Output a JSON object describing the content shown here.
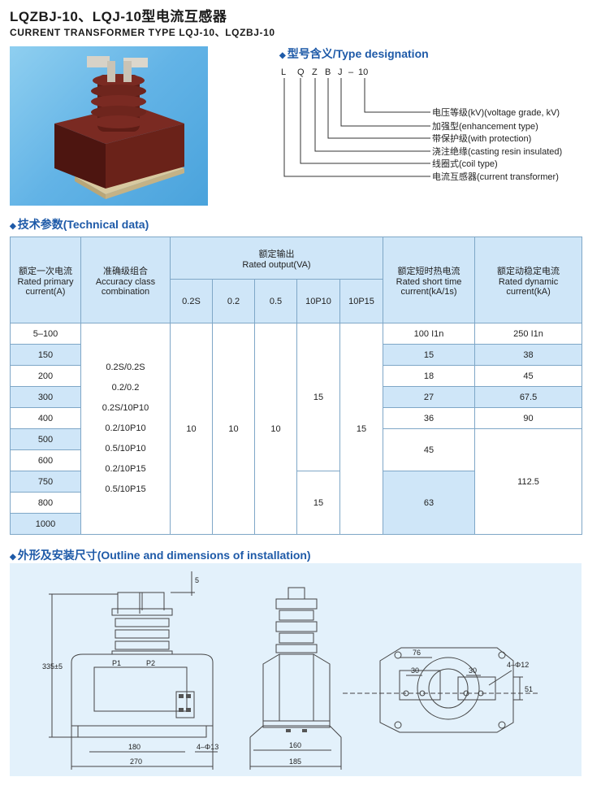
{
  "header": {
    "title": "LQZBJ-10、LQJ-10型电流互感器",
    "subtitle": "CURRENT TRANSFORMER TYPE LQJ-10、LQZBJ-10"
  },
  "designation": {
    "heading": "型号含义/Type designation",
    "code_letters": [
      "L",
      "Q",
      "Z",
      "B",
      "J",
      "–",
      "10"
    ],
    "items": [
      "电压等级(kV)(voltage grade, kV)",
      "加强型(enhancement type)",
      "带保护级(with protection)",
      "浇注绝缘(casting resin insulated)",
      "线圈式(coil type)",
      "电流互感器(current transformer)"
    ]
  },
  "tech": {
    "heading": "技术参数(Technical data)",
    "headers": {
      "primary": [
        "额定一次电流",
        "Rated primary",
        "current(A)"
      ],
      "accuracy": [
        "准确级组合",
        "Accuracy class",
        "combination"
      ],
      "output": [
        "额定输出",
        "Rated output(VA)"
      ],
      "output_cols": [
        "0.2S",
        "0.2",
        "0.5",
        "10P10",
        "10P15"
      ],
      "thermal": [
        "额定短时热电流",
        "Rated short time",
        "current(kA/1s)"
      ],
      "dynamic": [
        "额定动稳定电流",
        "Rated dynamic",
        "current(kA)"
      ]
    },
    "primary_currents": [
      "5–100",
      "150",
      "200",
      "300",
      "400",
      "500",
      "600",
      "750",
      "800",
      "1000"
    ],
    "accuracy_list": [
      "0.2S/0.2S",
      "0.2/0.2",
      "0.2S/10P10",
      "0.2/10P10",
      "0.5/10P10",
      "0.2/10P15",
      "0.5/10P15"
    ],
    "output_values": {
      "v02s": "10",
      "v02": "10",
      "v05": "10",
      "v10p10_a": "15",
      "v10p10_b": "15",
      "v10p15": "15"
    },
    "thermal": [
      "100 I1n",
      "15",
      "18",
      "27",
      "36",
      "45",
      "63"
    ],
    "dynamic": [
      "250 I1n",
      "38",
      "45",
      "67.5",
      "90",
      "112.5"
    ]
  },
  "outline": {
    "heading": "外形及安装尺寸(Outline and dimensions of installation)",
    "dims": {
      "top": "5",
      "height": "335±5",
      "p1": "P1",
      "p2": "P2",
      "w180": "180",
      "w270": "270",
      "holes": "4–Φ13",
      "w160": "160",
      "w185": "185",
      "d76": "76",
      "d30a": "30",
      "d30b": "30",
      "hole12": "4–Φ12",
      "d51": "51"
    }
  },
  "colors": {
    "heading_blue": "#1e5aa8",
    "table_blue": "#cfe6f8",
    "border": "#7fa7c7",
    "drawing_bg": "#e3f1fb",
    "photo_bg": "#62b3e6",
    "product_brown": "#5a1a14"
  }
}
